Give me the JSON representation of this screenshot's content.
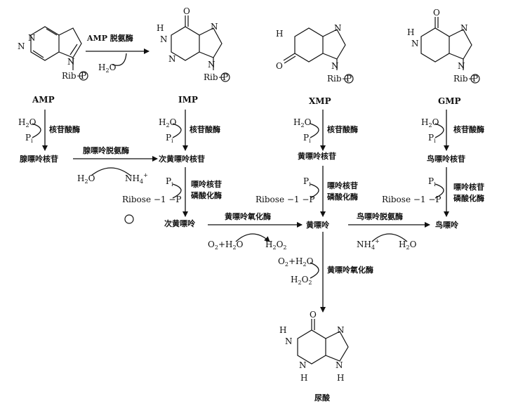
{
  "compounds": {
    "amp": "AMP",
    "imp": "IMP",
    "xmp": "XMP",
    "gmp": "GMP",
    "adenosine": "腺嘌呤核苷",
    "inosine": "次黄嘌呤核苷",
    "xanthosine": "黄嘌呤核苷",
    "guanosine": "鸟嘌呤核苷",
    "hypoxanthine": "次黄嘌呤",
    "xanthine": "黄嘌呤",
    "guanine": "鸟嘌呤",
    "uric_acid": "尿酸"
  },
  "enzymes": {
    "amp_deaminase": "AMP 脱氨酶",
    "nucleotidase_1": "核苷酸酶",
    "nucleotidase_2": "核苷酸酶",
    "nucleotidase_3": "核苷酸酶",
    "nucleotidase_4": "核苷酸酶",
    "adenosine_deaminase": "腺嘌呤脱氨酶",
    "pnp_inosine_1": "嘌呤核苷",
    "pnp_inosine_2": "磷酸化酶",
    "pnp_xanthosine_1": "嘌呤核苷",
    "pnp_xanthosine_2": "磷酸化酶",
    "pnp_guanosine_1": "嘌呤核苷",
    "pnp_guanosine_2": "磷酸化酶",
    "xanthine_oxidase_1": "黄嘌呤氧化酶",
    "guanine_deaminase": "鸟嘌呤脱氨酶",
    "xanthine_oxidase_2": "黄嘌呤氧化酶"
  },
  "reagents": {
    "h2o": "H",
    "h2o_tail": "O",
    "two": "2",
    "pi_p": "P",
    "pi_i": "i",
    "nh4": "NH",
    "four": "4",
    "plus": "+",
    "o2_h2o": "O",
    "o2_plus": "+H",
    "h2o2": "H",
    "ribose_1_p": "Ribose −1 −P",
    "rib_p": "Rib−",
    "p_circle": "P",
    "n": "N",
    "h": "H",
    "o": "O"
  }
}
